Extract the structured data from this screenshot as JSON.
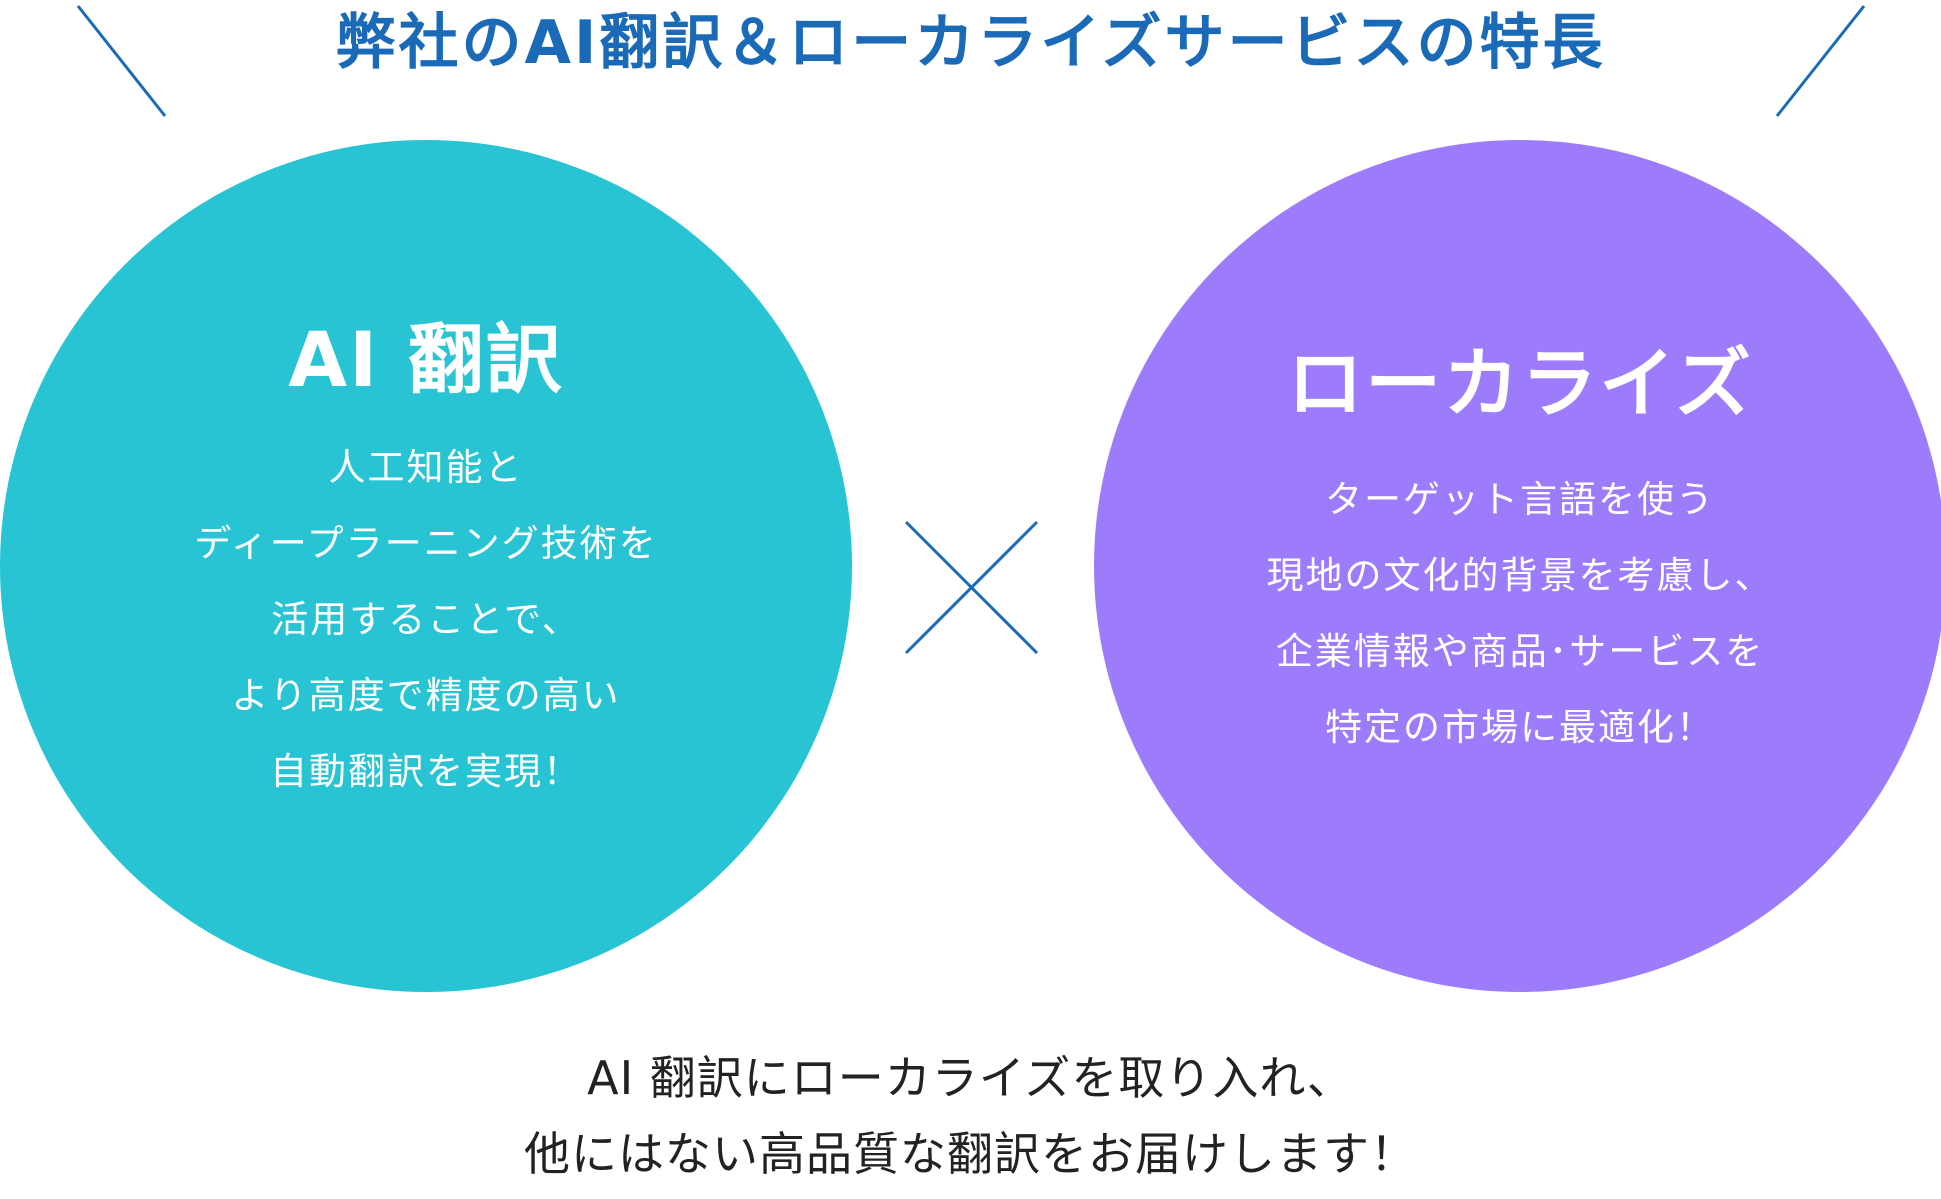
{
  "header": {
    "title": "弊社のAI翻訳＆ローカライズサービスの特長"
  },
  "circles": [
    {
      "title": "AI 翻訳",
      "lines": [
        "人工知能と",
        "ディープラーニング技術を",
        "活用することで、",
        "より高度で精度の高い",
        "自動翻訳を実現！"
      ],
      "color": "#28c4d3"
    },
    {
      "title": "ローカライズ",
      "lines": [
        "ターゲット言語を使う",
        "現地の文化的背景を考慮し、",
        "企業情報や商品･サービスを",
        "特定の市場に最適化！"
      ],
      "color": "#9d7cfc"
    }
  ],
  "summary": {
    "lines": [
      "AI 翻訳にローカライズを取り入れ、",
      "他にはない高品質な翻訳をお届けします！"
    ]
  },
  "colors": {
    "accent": "#1a6ab8",
    "text": "#222222"
  },
  "icons": {
    "times": "times-icon"
  }
}
